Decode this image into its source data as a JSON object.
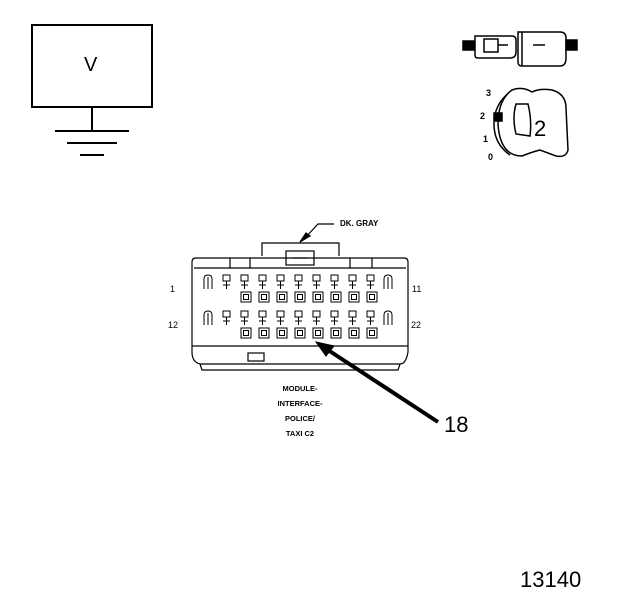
{
  "meter": {
    "label": "V"
  },
  "switch": {
    "positions": [
      "3",
      "2",
      "1",
      "0"
    ],
    "selected": "2"
  },
  "connector": {
    "color_label": "DK. GRAY",
    "pin_labels": {
      "top_left": "1",
      "top_right": "11",
      "bottom_left": "12",
      "bottom_right": "22"
    },
    "caption": [
      "MODULE-",
      "INTERFACE-",
      "POLICE/",
      "TAXI C2"
    ]
  },
  "callout": "18",
  "figure_number": "13140"
}
